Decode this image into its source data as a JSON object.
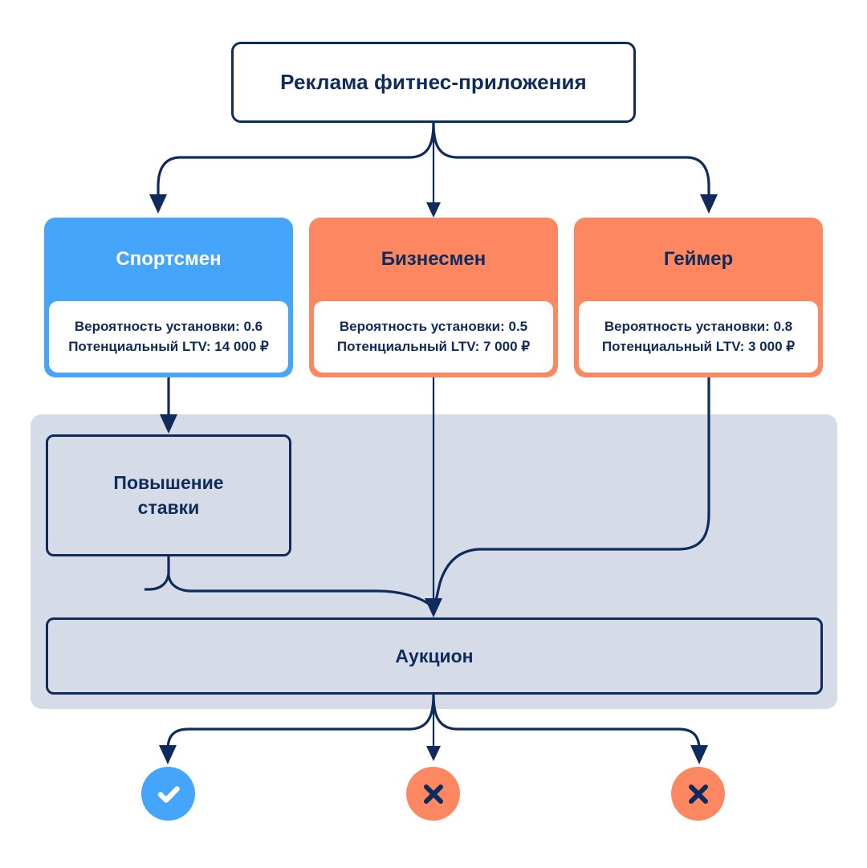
{
  "diagram": {
    "title": "Реклама фитнес-приложения",
    "root": {
      "label": "Реклама фитнес-приложения"
    },
    "personas": [
      {
        "name": "Спортсмен",
        "install_probability_label": "Вероятность установки: 0.6",
        "ltv_label": "Потенциальный LTV: 14 000 ₽",
        "install_probability": 0.6,
        "ltv": 14000,
        "currency": "₽",
        "color": "#44a5fb",
        "title_color": "#ffffff",
        "outcome": "win"
      },
      {
        "name": "Бизнесмен",
        "install_probability_label": "Вероятность установки: 0.5",
        "ltv_label": "Потенциальный LTV: 7 000 ₽",
        "install_probability": 0.5,
        "ltv": 7000,
        "currency": "₽",
        "color": "#fc8760",
        "title_color": "#0f2b5b",
        "outcome": "lose"
      },
      {
        "name": "Геймер",
        "install_probability_label": "Вероятность установки: 0.8",
        "ltv_label": "Потенциальный LTV: 3 000 ₽",
        "install_probability": 0.8,
        "ltv": 3000,
        "currency": "₽",
        "color": "#fc8760",
        "title_color": "#0f2b5b",
        "outcome": "lose"
      }
    ],
    "bid_raise": {
      "label": "Повышение\nставки",
      "line1": "Повышение",
      "line2": "ставки"
    },
    "auction": {
      "label": "Аукцион"
    },
    "outcomes": [
      {
        "icon": "check-icon",
        "result": "win",
        "color": "#44a5fb",
        "mark_color": "#ffffff"
      },
      {
        "icon": "cross-icon",
        "result": "lose",
        "color": "#fc8760",
        "mark_color": "#0f2b5b"
      },
      {
        "icon": "cross-icon",
        "result": "lose",
        "color": "#fc8760",
        "mark_color": "#0f2b5b"
      }
    ],
    "colors": {
      "ink": "#0f2b5b",
      "blue": "#44a5fb",
      "orange": "#fc8760",
      "panel": "#d5dce8",
      "background": "#ffffff"
    }
  }
}
